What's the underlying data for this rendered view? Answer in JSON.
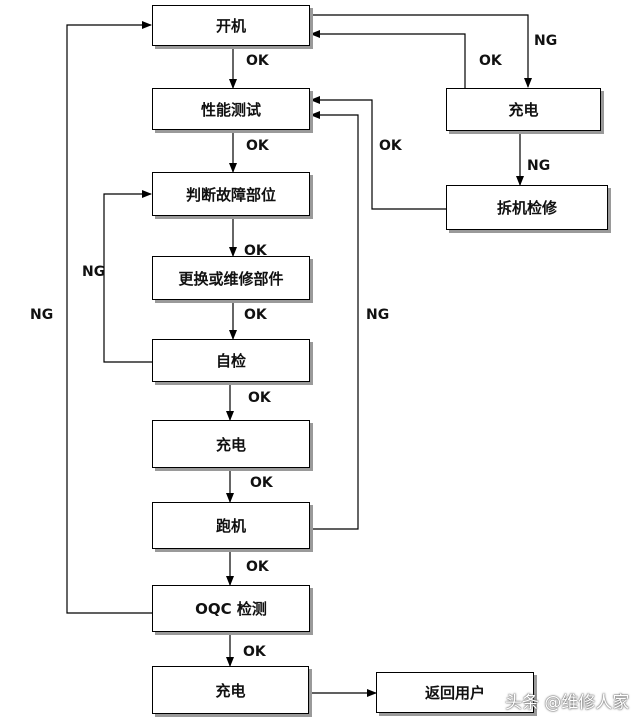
{
  "nodes": {
    "power_on": "开机",
    "perf_test": "性能测试",
    "diagnose": "判断故障部位",
    "replace": "更换或维修部件",
    "self_check": "自检",
    "charge1": "充电",
    "run": "跑机",
    "oqc": "OQC 检测",
    "charge2": "充电",
    "return_user": "返回用户",
    "charge_side": "充电",
    "disassemble": "拆机检修"
  },
  "labels": {
    "ok1": "OK",
    "ok2": "OK",
    "ok3": "OK",
    "ok4": "OK",
    "ok5": "OK",
    "ok6": "OK",
    "ok7": "OK",
    "ok8": "OK",
    "ok9": "OK",
    "ok10": "OK",
    "ng1": "NG",
    "ng2": "NG",
    "ng3": "NG",
    "ng4": "NG",
    "ng5": "NG"
  },
  "watermark": "头条 @维修人家"
}
